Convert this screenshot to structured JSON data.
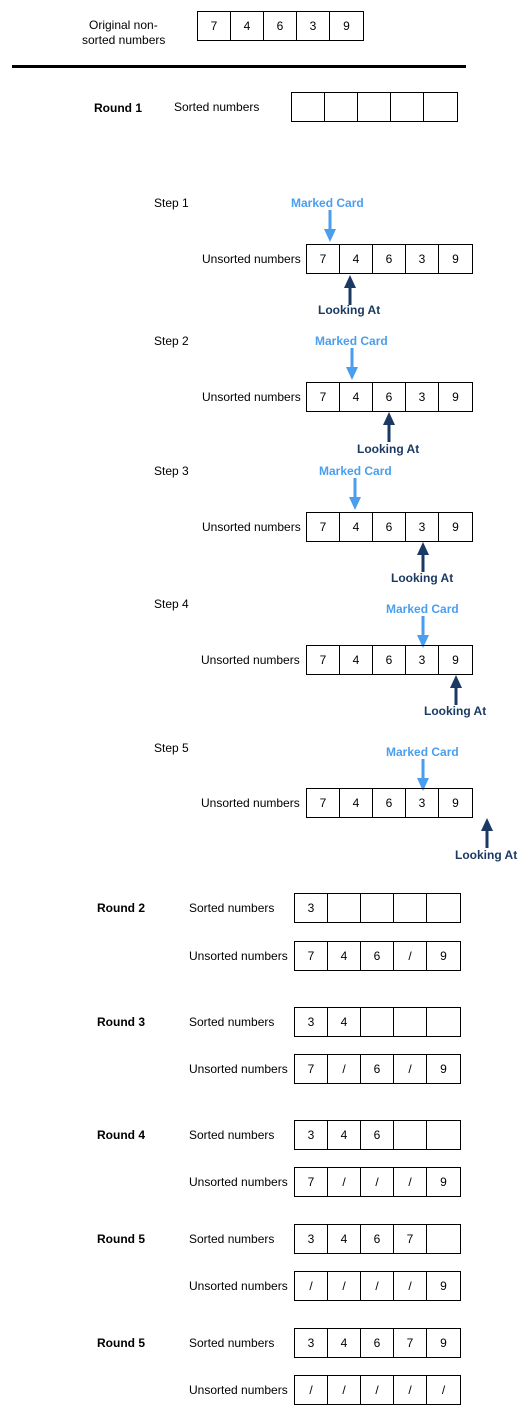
{
  "colors": {
    "marked": "#4a9ef0",
    "looking": "#1a3a63"
  },
  "original": {
    "label_line1": "Original non-",
    "label_line2": "sorted numbers",
    "cells": [
      "7",
      "4",
      "6",
      "3",
      "9"
    ]
  },
  "round1": {
    "label": "Round 1",
    "sorted_label": "Sorted numbers",
    "sorted_cells": [
      "",
      "",
      "",
      "",
      ""
    ],
    "steps": [
      {
        "label": "Step 1",
        "row_label": "Unsorted numbers",
        "cells": [
          "7",
          "4",
          "6",
          "3",
          "9"
        ],
        "marked_text": "Marked Card",
        "looking_text": "Looking At"
      },
      {
        "label": "Step 2",
        "row_label": "Unsorted numbers",
        "cells": [
          "7",
          "4",
          "6",
          "3",
          "9"
        ],
        "marked_text": "Marked Card",
        "looking_text": "Looking At"
      },
      {
        "label": "Step 3",
        "row_label": "Unsorted numbers",
        "cells": [
          "7",
          "4",
          "6",
          "3",
          "9"
        ],
        "marked_text": "Marked Card",
        "looking_text": "Looking At"
      },
      {
        "label": "Step 4",
        "row_label": "Unsorted numbers",
        "cells": [
          "7",
          "4",
          "6",
          "3",
          "9"
        ],
        "marked_text": "Marked Card",
        "looking_text": "Looking At"
      },
      {
        "label": "Step 5",
        "row_label": "Unsorted numbers",
        "cells": [
          "7",
          "4",
          "6",
          "3",
          "9"
        ],
        "marked_text": "Marked Card",
        "looking_text": "Looking At"
      }
    ]
  },
  "rounds": [
    {
      "label": "Round 2",
      "sorted_label": "Sorted numbers",
      "sorted_cells": [
        "3",
        "",
        "",
        "",
        ""
      ],
      "unsorted_label": "Unsorted numbers",
      "unsorted_cells": [
        "7",
        "4",
        "6",
        "/",
        "9"
      ]
    },
    {
      "label": "Round 3",
      "sorted_label": "Sorted numbers",
      "sorted_cells": [
        "3",
        "4",
        "",
        "",
        ""
      ],
      "unsorted_label": "Unsorted numbers",
      "unsorted_cells": [
        "7",
        "/",
        "6",
        "/",
        "9"
      ]
    },
    {
      "label": "Round 4",
      "sorted_label": "Sorted numbers",
      "sorted_cells": [
        "3",
        "4",
        "6",
        "",
        ""
      ],
      "unsorted_label": "Unsorted numbers",
      "unsorted_cells": [
        "7",
        "/",
        "/",
        "/",
        "9"
      ]
    },
    {
      "label": "Round 5",
      "sorted_label": "Sorted numbers",
      "sorted_cells": [
        "3",
        "4",
        "6",
        "7",
        ""
      ],
      "unsorted_label": "Unsorted numbers",
      "unsorted_cells": [
        "/",
        "/",
        "/",
        "/",
        "9"
      ]
    },
    {
      "label": "Round 5",
      "sorted_label": "Sorted numbers",
      "sorted_cells": [
        "3",
        "4",
        "6",
        "7",
        "9"
      ],
      "unsorted_label": "Unsorted numbers",
      "unsorted_cells": [
        "/",
        "/",
        "/",
        "/",
        "/"
      ]
    }
  ]
}
